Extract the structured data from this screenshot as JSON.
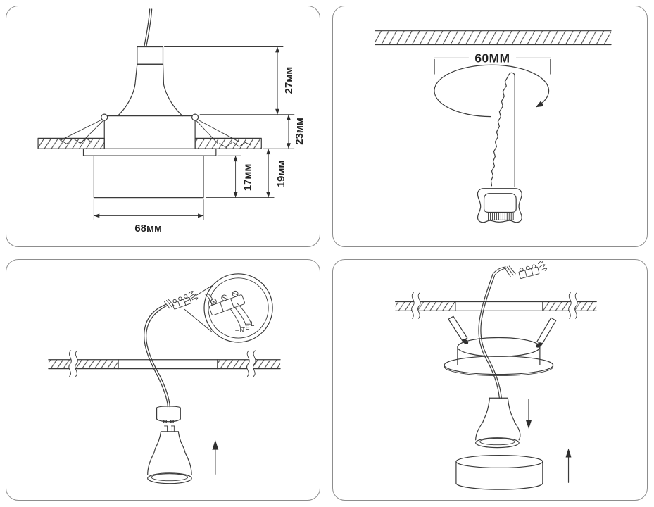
{
  "colors": {
    "background": "#ffffff",
    "line": "#3a3a3a",
    "panel_border": "#8d8d8d"
  },
  "panels": {
    "dimensions": {
      "labels": {
        "top": "27мм",
        "ring": "23мм",
        "inner": "17мм",
        "outer": "19мм",
        "width": "68мм"
      }
    },
    "cutout": {
      "hole_diameter": "60MM"
    },
    "wiring": {
      "live": "L",
      "earth": "E",
      "neutral": "N"
    },
    "install": {}
  }
}
